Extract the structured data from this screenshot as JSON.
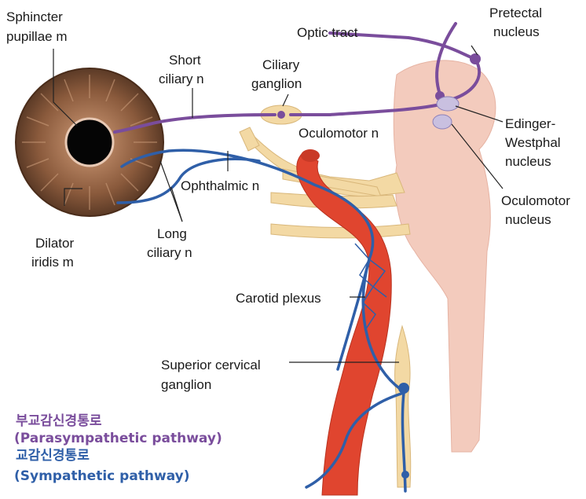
{
  "labels": {
    "sphincter": [
      "Sphincter",
      "pupillae m"
    ],
    "short_ciliary": [
      "Short",
      "ciliary n"
    ],
    "ciliary_ganglion": [
      "Ciliary",
      "ganglion"
    ],
    "optic_tract": "Optic tract",
    "pretectal": [
      "Pretectal",
      "nucleus"
    ],
    "oculomotor_n": "Oculomotor n",
    "edinger": [
      "Edinger-",
      "Westphal",
      "nucleus"
    ],
    "ophthalmic": "Ophthalmic n",
    "oculomotor_nucleus": [
      "Oculomotor",
      "nucleus"
    ],
    "dilator": [
      "Dilator",
      "iridis m"
    ],
    "long_ciliary": [
      "Long",
      "ciliary n"
    ],
    "carotid": "Carotid plexus",
    "superior_cervical": [
      "Superior cervical",
      "ganglion"
    ]
  },
  "legend": {
    "parasympathetic_korean": "부교감신경통로",
    "parasympathetic_english": "(Parasympathetic pathway)",
    "sympathetic_korean": "교감신경통로",
    "sympathetic_english": "(Sympathetic pathway)"
  },
  "colors": {
    "parasympathetic": "#7a4d9c",
    "sympathetic": "#2f5fa8",
    "artery": "#e0452f",
    "brainstem": "#f3cbbd",
    "nerve": "#f3d9a4",
    "iris": "#8a5a3c"
  }
}
